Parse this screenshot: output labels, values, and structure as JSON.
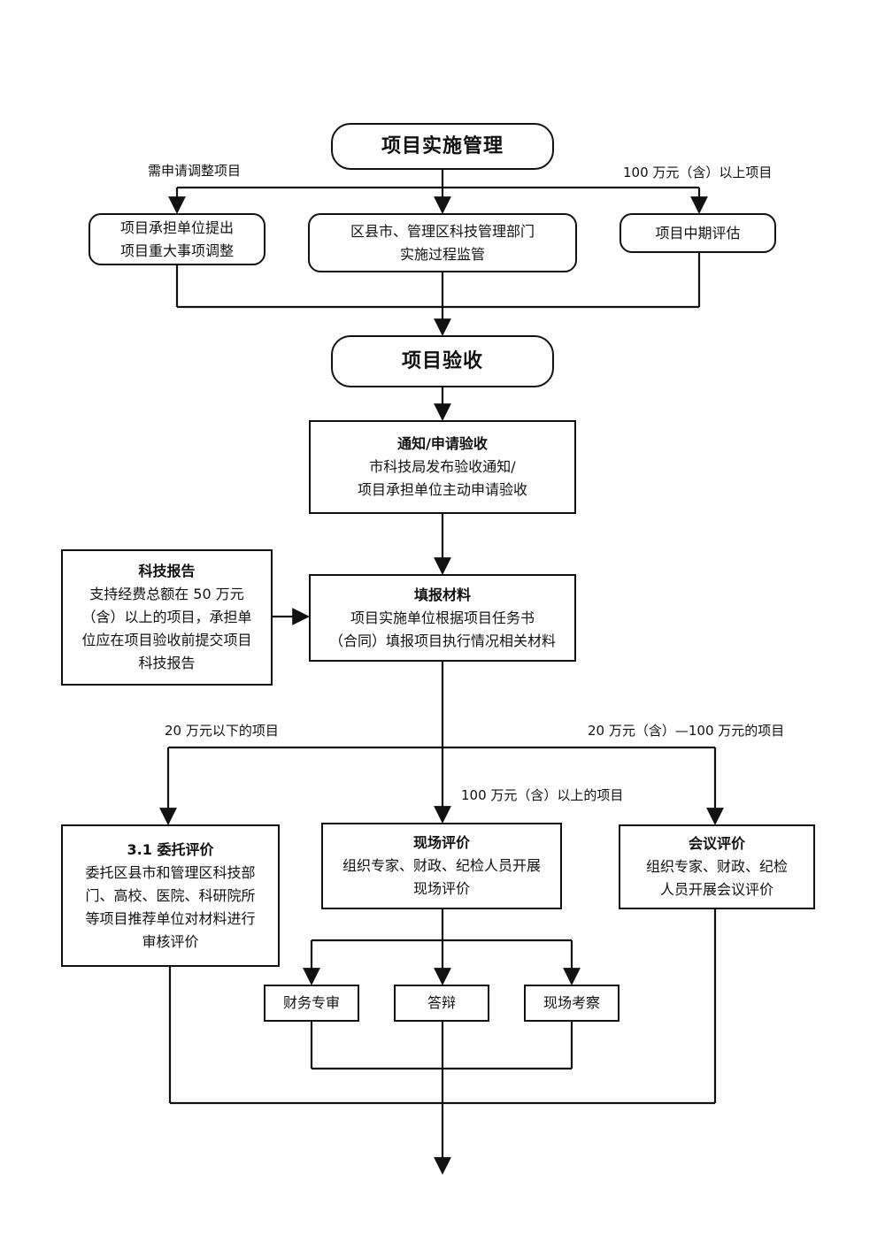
{
  "implementation": {
    "title": "项目实施管理",
    "branch_left_label": "需申请调整项目",
    "branch_right_label": "100 万元（含）以上项目",
    "left_box": [
      "项目承担单位提出",
      "项目重大事项调整"
    ],
    "center_box": [
      "区县市、管理区科技管理部门",
      "实施过程监管"
    ],
    "right_box": [
      "项目中期评估"
    ]
  },
  "acceptance": {
    "title": "项目验收",
    "notify_box": {
      "heading": "通知/申请验收",
      "lines": [
        "市科技局发布验收通知/",
        "项目承担单位主动申请验收"
      ]
    },
    "tech_report_box": {
      "heading": "科技报告",
      "lines": [
        "支持经费总额在 50 万元",
        "（含）以上的项目，承担单",
        "位应在项目验收前提交项目",
        "科技报告"
      ]
    },
    "fill_box": {
      "heading": "填报材料",
      "lines": [
        "项目实施单位根据项目任务书",
        "（合同）填报项目执行情况相关材料"
      ]
    }
  },
  "evaluation": {
    "branch_left_label": "20 万元以下的项目",
    "branch_right_label": "20 万元（含）—100 万元的项目",
    "branch_center_label": "100 万元（含）以上的项目",
    "entrust_box": {
      "heading": "3.1 委托评价",
      "lines": [
        "委托区县市和管理区科技部",
        "门、高校、医院、科研院所",
        "等项目推荐单位对材料进行",
        "审核评价"
      ]
    },
    "onsite_box": {
      "heading": "现场评价",
      "lines": [
        "组织专家、财政、纪检人员开展",
        "现场评价"
      ]
    },
    "meeting_box": {
      "heading": "会议评价",
      "lines": [
        "组织专家、财政、纪检",
        "人员开展会议评价"
      ]
    },
    "sub_boxes": [
      "财务专审",
      "答辩",
      "现场考察"
    ]
  }
}
